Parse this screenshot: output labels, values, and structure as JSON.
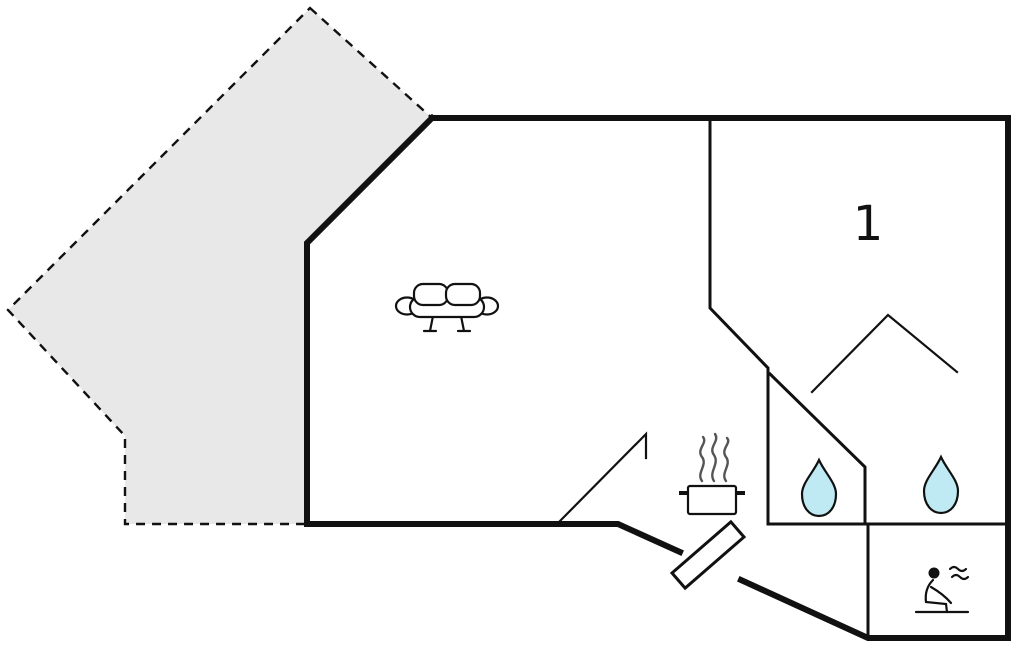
{
  "floorplan": {
    "room_label": "1",
    "colors": {
      "background": "#ffffff",
      "wall": "#111111",
      "terrace_fill": "#e8e8e8",
      "terrace_border": "#111111",
      "water_drop_fill": "#bfeaf3",
      "steam": "#555555"
    },
    "icons": {
      "sofa": "sofa-icon",
      "cooking_pot": "cooking-pot-icon",
      "steam": "steam-icon",
      "water_drop_left": "water-drop-icon",
      "water_drop_right": "water-drop-icon",
      "sauna": "sauna-icon",
      "door": "door-leaf-icon"
    },
    "areas": {
      "terrace": "terrace",
      "living_room": "living-room",
      "room_1": "room-1",
      "bathroom_left": "bathroom",
      "bathroom_right": "bathroom",
      "sauna_room": "sauna-room"
    }
  }
}
